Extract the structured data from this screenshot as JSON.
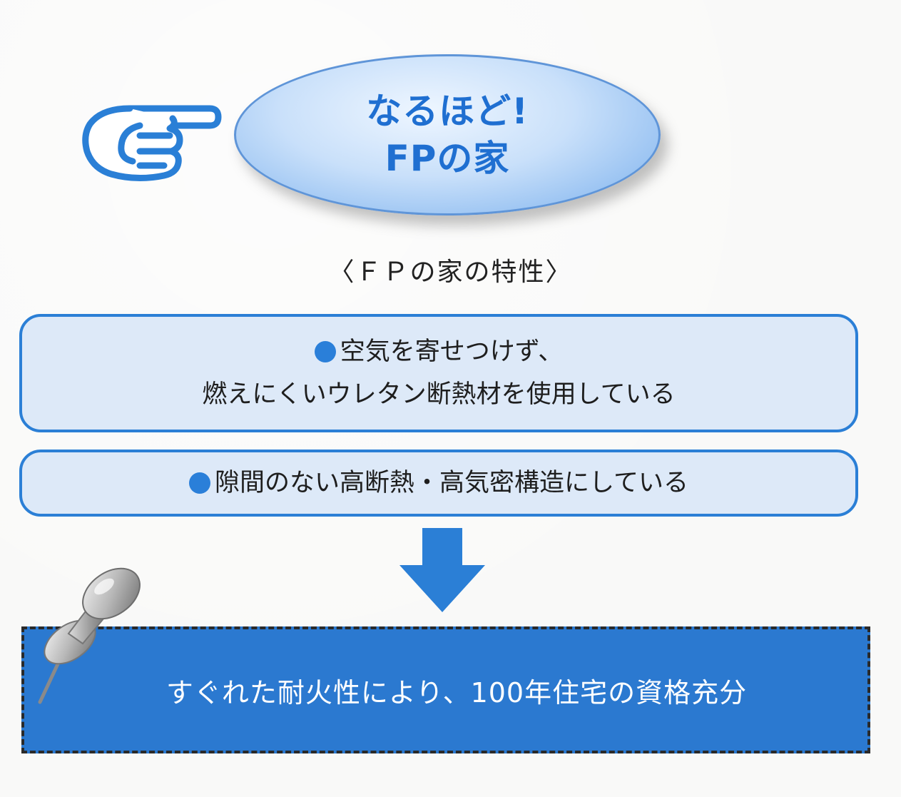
{
  "header": {
    "title_line1": "なるほど!",
    "title_line2": "FPの家",
    "icon": "pointing-hand-icon"
  },
  "features": {
    "heading": "〈ＦＰの家の特性〉",
    "items": [
      {
        "line1": "空気を寄せつけず、",
        "line2": "燃えにくいウレタン断熱材を使用している"
      },
      {
        "line1": "隙間のない高断熱・高気密構造にしている"
      }
    ]
  },
  "result": {
    "text": "すぐれた耐火性により、100年住宅の資格充分",
    "icon": "pushpin-icon"
  },
  "colors": {
    "accent_blue": "#2b7fd6",
    "box_fill": "#dde9f8",
    "result_fill": "#2b79d0",
    "title_text": "#1f6fd1"
  }
}
